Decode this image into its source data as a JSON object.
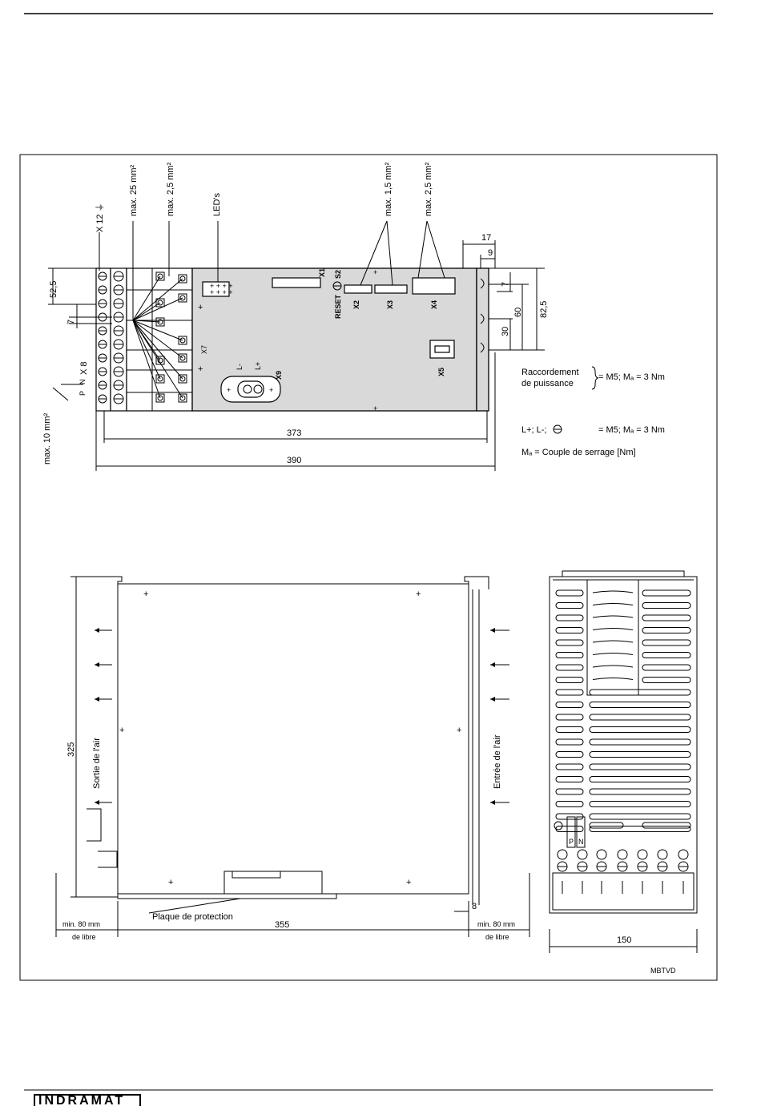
{
  "top_view": {
    "wire_labels": {
      "x12": "X 12 ⏚",
      "max25": "max. 25 mm²",
      "max25a": "max. 2,5 mm²",
      "leds": "LED's",
      "max15": "max. 1,5 mm²",
      "max25b": "max. 2,5 mm²",
      "max10": "max. 10 mm²"
    },
    "connectors": {
      "x1": "X1",
      "s2": "S2",
      "reset": "RESET",
      "x2": "X2",
      "x3": "X3",
      "x4": "X4",
      "x5": "X5",
      "x7": "X7",
      "x8": "X 8",
      "x9": "X9",
      "lminus": "L-",
      "lplus": "L+",
      "p": "P",
      "n": "N"
    },
    "dimensions": {
      "d52_5": "52,5",
      "d7_left": "7",
      "d17": "17",
      "d9": "9",
      "d7_right": "7",
      "d60": "60",
      "d82_5": "82,5",
      "d30": "30",
      "d373": "373",
      "d390": "390"
    }
  },
  "legend": {
    "raccordement": "Raccordement",
    "de_puissance": "de puissance",
    "spec1": "= M5; Mₐ = 3 Nm",
    "lplus_lminus": "L+; L-;",
    "spec2": "= M5; Mₐ = 3 Nm",
    "ma_def": "Mₐ = Couple de serrage [Nm]"
  },
  "side_view": {
    "sortie": "Sortie de l'air",
    "entree": "Entrée de l'air",
    "d325": "325",
    "plaque": "Plaque de protection",
    "d355": "355",
    "d8": "8",
    "min80_left": "min. 80 mm",
    "de_libre_left": "de libre",
    "min80_right": "min. 80 mm",
    "de_libre_right": "de libre"
  },
  "front_view": {
    "p": "P",
    "n": "N",
    "d150": "150"
  },
  "figure_id": "MBTVD",
  "footer_logo": "INDRAMAT"
}
